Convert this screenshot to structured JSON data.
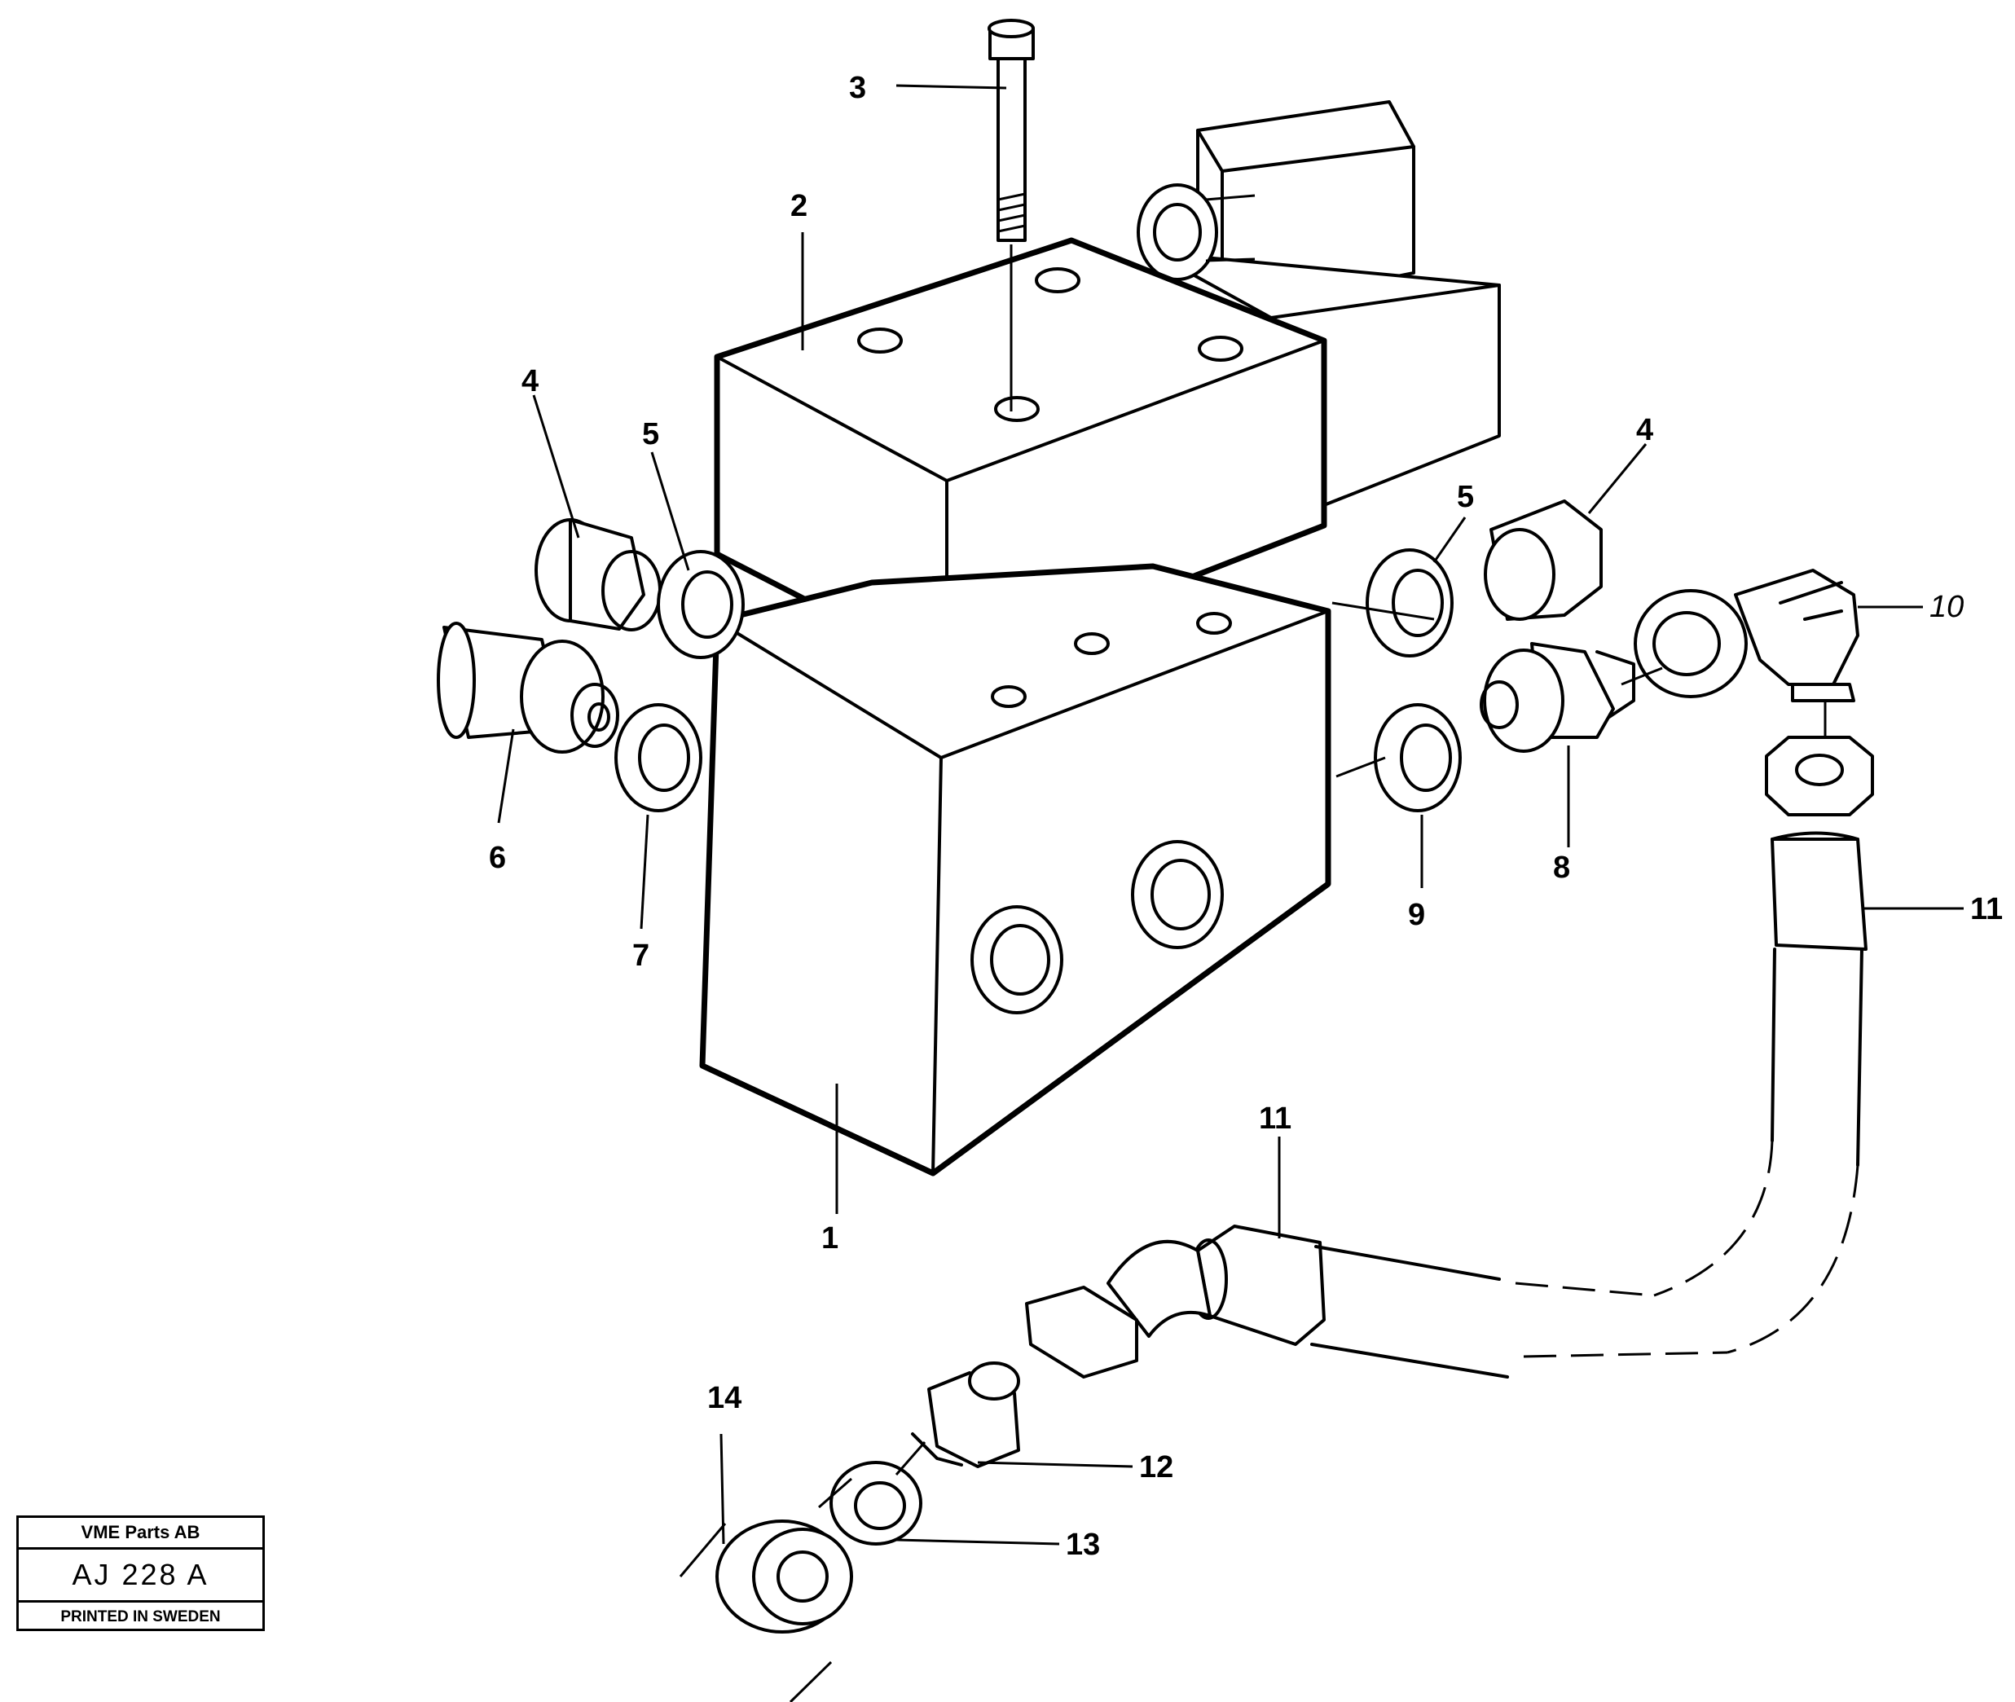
{
  "labels": {
    "l1": "1",
    "l2": "2",
    "l3": "3",
    "l4a": "4",
    "l4b": "4",
    "l5a": "5",
    "l5b": "5",
    "l6": "6",
    "l7": "7",
    "l8": "8",
    "l9": "9",
    "l10": "10",
    "l11a": "11",
    "l11b": "11",
    "l12": "12",
    "l13": "13",
    "l14": "14"
  },
  "stamp": {
    "company": "VME Parts AB",
    "code": "AJ  228  A",
    "printed": "PRINTED IN SWEDEN"
  }
}
